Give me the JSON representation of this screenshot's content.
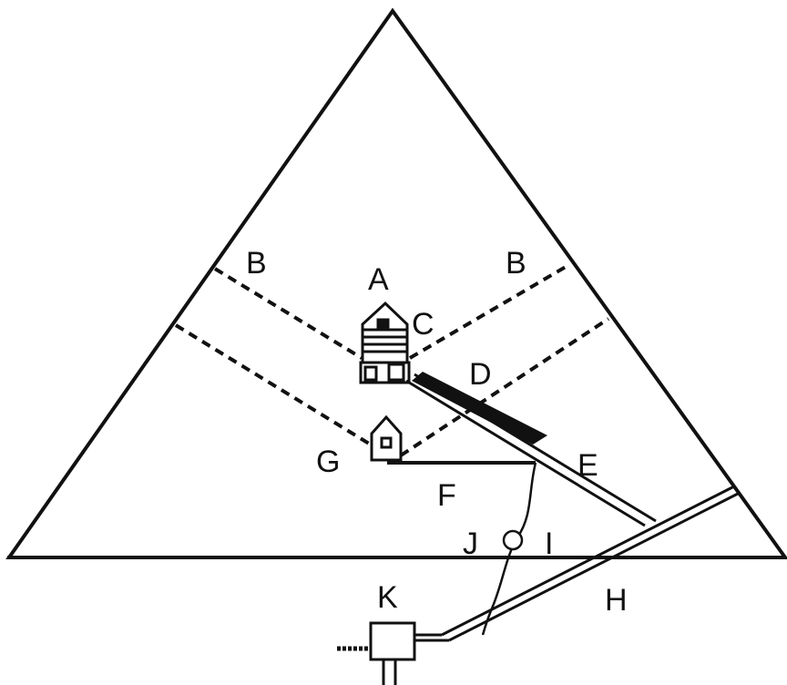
{
  "labels": {
    "a": "A",
    "b_left": "B",
    "b_right": "B",
    "c": "C",
    "d": "D",
    "e": "E",
    "f": "F",
    "g": "G",
    "h": "H",
    "i": "I",
    "j": "J",
    "k": "K"
  },
  "colors": {
    "ink": "#111111",
    "paper": "#ffffff"
  }
}
